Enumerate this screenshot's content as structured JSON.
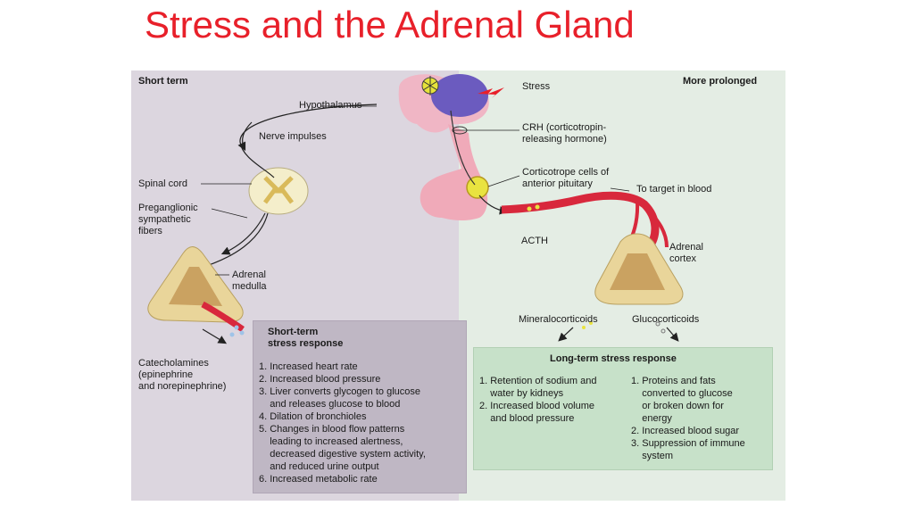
{
  "title": "Stress and the Adrenal Gland",
  "labels": {
    "short_term": "Short term",
    "more_prolonged": "More prolonged",
    "stress": "Stress",
    "hypothalamus": "Hypothalamus",
    "crh_line1": "CRH (corticotropin-",
    "crh_line2": "releasing hormone)",
    "nerve_impulses": "Nerve impulses",
    "spinal_cord": "Spinal cord",
    "preganglionic_line1": "Preganglionic",
    "preganglionic_line2": "sympathetic",
    "preganglionic_line3": "fibers",
    "corticotrope_line1": "Corticotrope cells of",
    "corticotrope_line2": "anterior pituitary",
    "to_target": "To target in blood",
    "acth": "ACTH",
    "adrenal_cortex_line1": "Adrenal",
    "adrenal_cortex_line2": "cortex",
    "adrenal_medulla_line1": "Adrenal",
    "adrenal_medulla_line2": "medulla",
    "mineralocorticoids": "Mineralocorticoids",
    "glucocorticoids": "Glucocorticoids",
    "catecholamines_line1": "Catecholamines",
    "catecholamines_line2": "(epinephrine",
    "catecholamines_line3": "and norepinephrine)"
  },
  "short_term_box": {
    "title_line1": "Short-term",
    "title_line2": "stress response",
    "items": [
      "1. Increased heart rate",
      "2. Increased blood pressure",
      "3. Liver converts glycogen to glucose",
      "    and releases glucose to blood",
      "4. Dilation of bronchioles",
      "5. Changes in blood flow patterns",
      "    leading to increased alertness,",
      "    decreased digestive system activity,",
      "    and reduced urine output",
      "6. Increased metabolic rate"
    ]
  },
  "long_term_box": {
    "title": "Long-term stress response",
    "col1": [
      "1. Retention of sodium and",
      "    water by kidneys",
      "2. Increased blood volume",
      "    and blood pressure"
    ],
    "col2": [
      "1. Proteins and fats",
      "    converted to glucose",
      "    or broken down for",
      "    energy",
      "2. Increased blood sugar",
      "3. Suppression of immune",
      "    system"
    ]
  },
  "colors": {
    "title": "#e8202a",
    "left_panel": "#dcd6df",
    "right_panel": "#e4ede4",
    "vessel": "#d8283c",
    "gland": "#e9d59a"
  }
}
